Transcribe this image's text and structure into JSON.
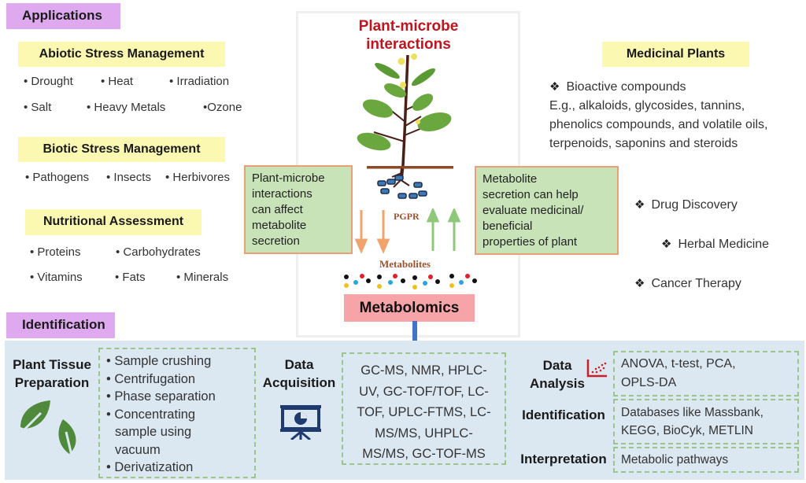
{
  "applications": {
    "title": "Applications",
    "abiotic": {
      "title": "Abiotic Stress Management",
      "row1": [
        "• Drought",
        "• Heat",
        "• Irradiation"
      ],
      "row2": [
        "• Salt",
        "• Heavy Metals",
        "•Ozone"
      ]
    },
    "biotic": {
      "title": "Biotic Stress Management",
      "row1": [
        "• Pathogens",
        "• Insects",
        "• Herbivores"
      ]
    },
    "nutritional": {
      "title": "Nutritional Assessment",
      "row1": [
        "• Proteins",
        "• Carbohydrates"
      ],
      "row2": [
        "• Vitamins",
        "• Fats",
        "• Minerals"
      ]
    }
  },
  "center": {
    "title_line1": "Plant-microbe",
    "title_line2": "interactions",
    "pgpr_label": "PGPR",
    "metabolites_label": "Metabolites",
    "metabolomics_label": "Metabolomics",
    "left_note": [
      "Plant-microbe",
      "interactions",
      "can affect",
      "metabolite",
      "secretion"
    ],
    "right_note": [
      "Metabolite",
      "secretion can help",
      "evaluate medicinal/",
      "beneficial",
      "properties of plant"
    ],
    "colors": {
      "title": "#c0141e",
      "down_arrow": "#f0a36a",
      "up_arrow": "#8fc87a",
      "metabolomics_bg": "#f6a4a7",
      "link_arrow": "#4472c4"
    }
  },
  "medicinal": {
    "title": "Medicinal Plants",
    "bioactive_heading": "Bioactive compounds",
    "examples": [
      "E.g., alkaloids, glycosides, tannins,",
      "phenolics compounds, and volatile oils,",
      "terpenoids, saponins and steroids"
    ],
    "uses": [
      "Drug Discovery",
      "Herbal Medicine",
      "Cancer Therapy"
    ],
    "bullet_glyph": "❖"
  },
  "identification": {
    "title": "Identification",
    "prep": {
      "heading_line1": "Plant Tissue",
      "heading_line2": "Preparation",
      "steps": [
        "• Sample crushing",
        "• Centrifugation",
        "• Phase separation",
        "• Concentrating",
        "  sample using",
        "  vacuum",
        "• Derivatization"
      ]
    },
    "acquisition": {
      "heading_line1": "Data",
      "heading_line2": "Acquisition",
      "methods": [
        "GC-MS, NMR, HPLC-",
        "UV, GC-TOF/TOF, LC-",
        "TOF, UPLC-FTMS, LC-",
        "MS/MS, UHPLC-",
        "MS/MS, GC-TOF-MS"
      ]
    },
    "analysis": {
      "heading_line1": "Data",
      "heading_line2": "Analysis",
      "text": [
        "ANOVA, t-test, PCA,",
        "OPLS-DA"
      ]
    },
    "ident": {
      "heading": "Identification",
      "text": [
        "Databases like Massbank,",
        "KEGG, BioCyk, METLIN"
      ]
    },
    "interpretation": {
      "heading": "Interpretation",
      "text": [
        "Metabolic pathways"
      ]
    }
  }
}
